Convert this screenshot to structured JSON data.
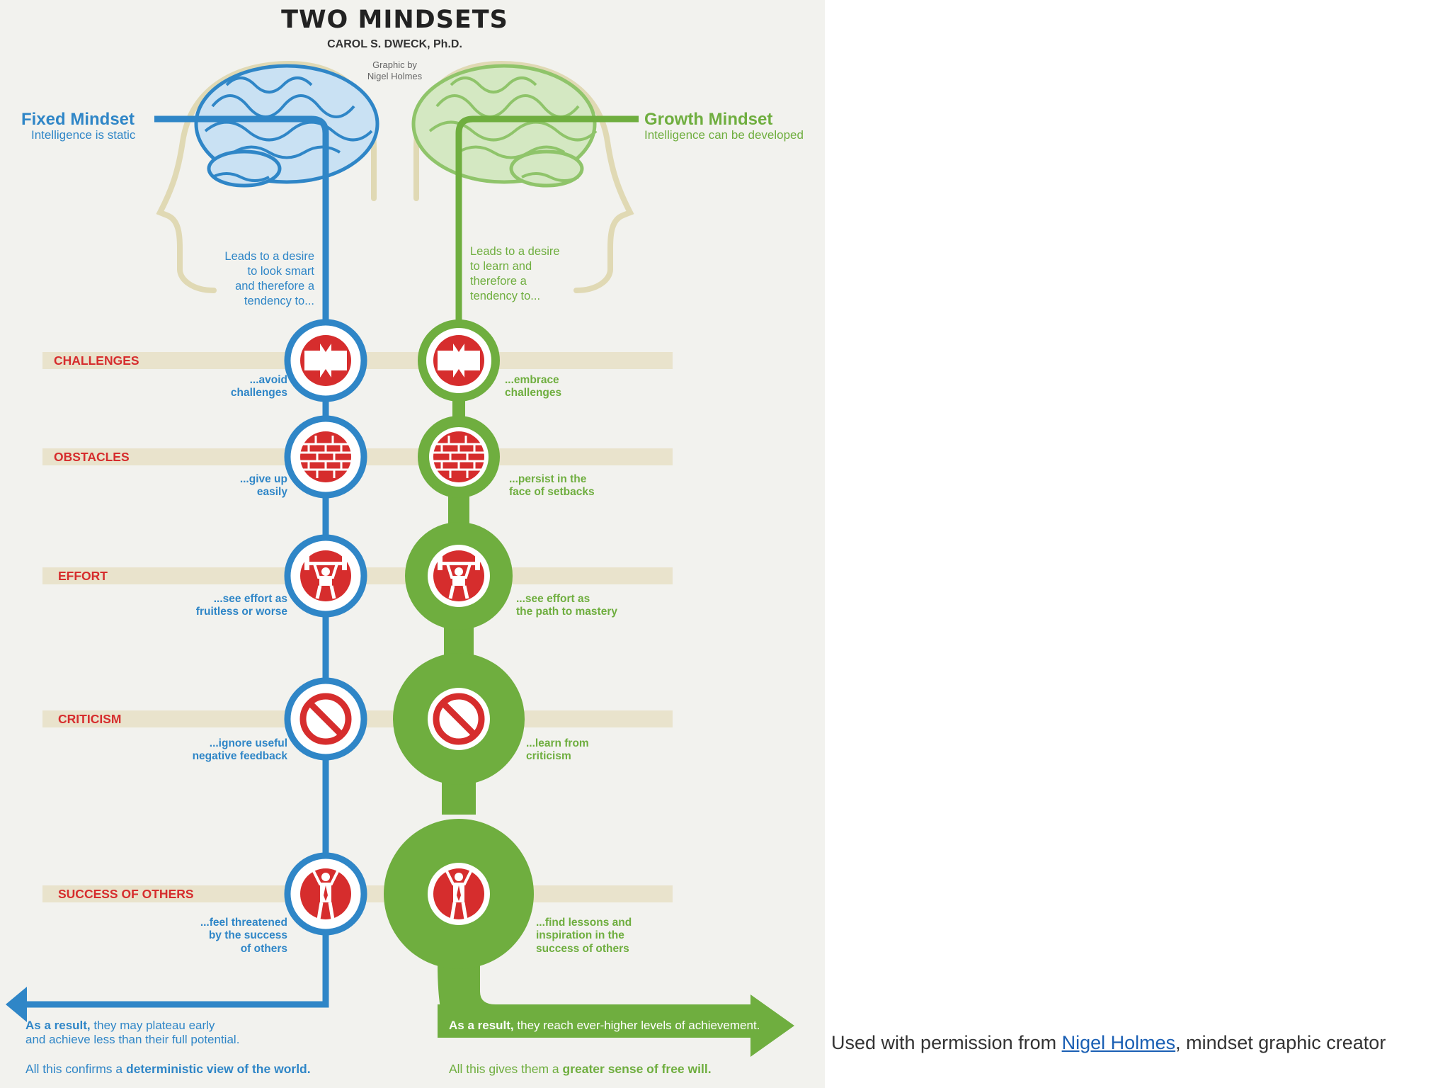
{
  "title": "TWO MINDSETS",
  "author": "CAROL S. DWECK, Ph.D.",
  "credit_line1": "Graphic by",
  "credit_line2": "Nigel Holmes",
  "fixed": {
    "name": "Fixed Mindset",
    "subtitle": "Intelligence is static",
    "lead": [
      "Leads to a desire",
      "to look smart",
      "and therefore a",
      "tendency to..."
    ],
    "result_bold": "As a result,",
    "result_rest": "they may plateau early",
    "result_line2": "and achieve less than their full potential.",
    "confirm_prefix": "All this confirms a",
    "confirm_bold": "deterministic view of the world."
  },
  "growth": {
    "name": "Growth Mindset",
    "subtitle": "Intelligence can be developed",
    "lead": [
      "Leads to a desire",
      "to learn and",
      "therefore a",
      "tendency to..."
    ],
    "result_bold": "As a result,",
    "result_rest": "they reach ever-higher levels of achievement.",
    "confirm_prefix": "All this gives them a",
    "confirm_bold": "greater sense of free will."
  },
  "rows": [
    {
      "category": "CHALLENGES",
      "icon": "arrows-inward-icon",
      "fixed": [
        "...avoid",
        "challenges"
      ],
      "growth": [
        "...embrace",
        "challenges"
      ]
    },
    {
      "category": "OBSTACLES",
      "icon": "brick-wall-icon",
      "fixed": [
        "...give up",
        "easily"
      ],
      "growth": [
        "...persist in the",
        "face of setbacks"
      ]
    },
    {
      "category": "EFFORT",
      "icon": "weightlifter-icon",
      "fixed": [
        "...see effort as",
        "fruitless or worse"
      ],
      "growth": [
        "...see effort as",
        "the path to mastery"
      ]
    },
    {
      "category": "CRITICISM",
      "icon": "prohibited-icon",
      "fixed": [
        "...ignore useful",
        "negative feedback"
      ],
      "growth": [
        "...learn from",
        "criticism"
      ]
    },
    {
      "category": "SUCCESS OF OTHERS",
      "icon": "person-cheering-icon",
      "fixed": [
        "...feel threatened",
        "by the success",
        "of others"
      ],
      "growth": [
        "...find lessons and",
        "inspiration in the",
        "success of others"
      ]
    }
  ],
  "caption": {
    "prefix": "Used with permission from",
    "link": "Nigel Holmes",
    "suffix": ", mindset graphic creator"
  },
  "colors": {
    "fixed": "#2f86c7",
    "growth": "#6fae3f",
    "icon_red": "#d62d2d",
    "band": "#e9e3cc",
    "head": "#e0d9b4"
  }
}
